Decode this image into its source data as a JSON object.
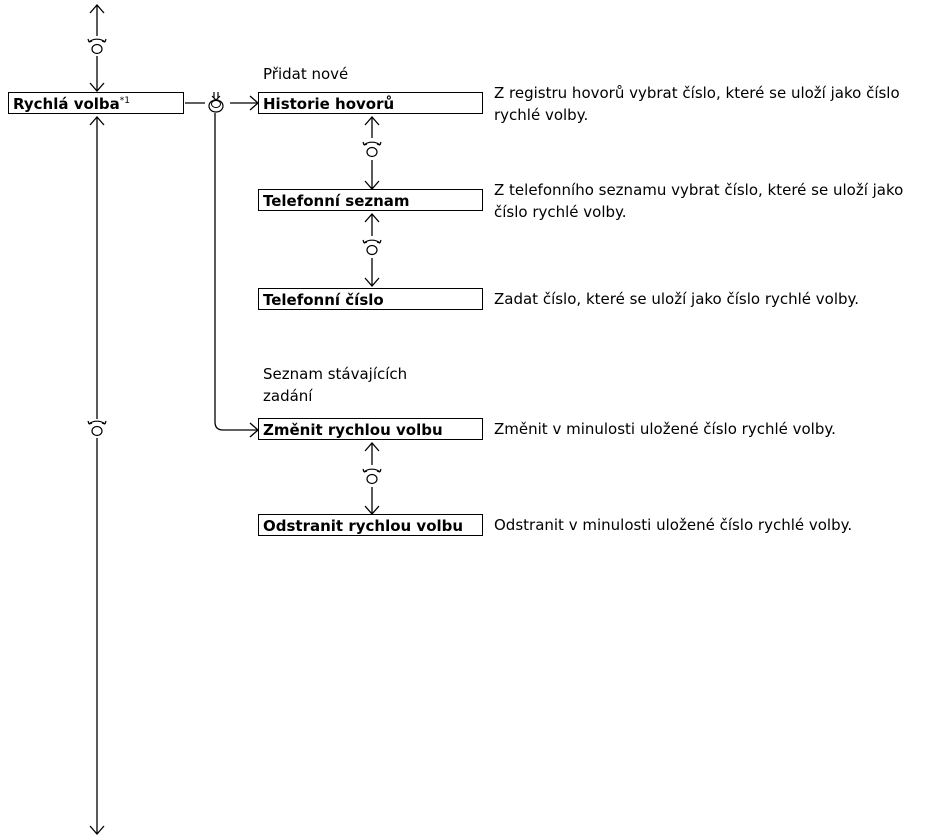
{
  "root": {
    "label": "Rychlá volba",
    "footnote": "*1"
  },
  "groups": [
    {
      "heading": "Přidat nové"
    },
    {
      "heading": "Seznam stávajících zadání"
    }
  ],
  "items": [
    {
      "label": "Historie hovorů",
      "desc": "Z registru hovorů vybrat číslo, které se uloží jako číslo rychlé volby."
    },
    {
      "label": "Telefonní seznam",
      "desc": "Z telefonního seznamu vybrat číslo, které se uloží jako číslo rychlé volby."
    },
    {
      "label": "Telefonní číslo",
      "desc": "Zadat číslo, které se uloží jako číslo rychlé volby."
    },
    {
      "label": "Změnit rychlou volbu",
      "desc": "Změnit v minulosti uložené číslo rychlé volby."
    },
    {
      "label": "Odstranit rychlou volbu",
      "desc": "Odstranit v minulosti uložené číslo rychlé volby."
    }
  ],
  "icons": {
    "rotate": "rotary-knob-icon",
    "press": "push-knob-icon"
  }
}
